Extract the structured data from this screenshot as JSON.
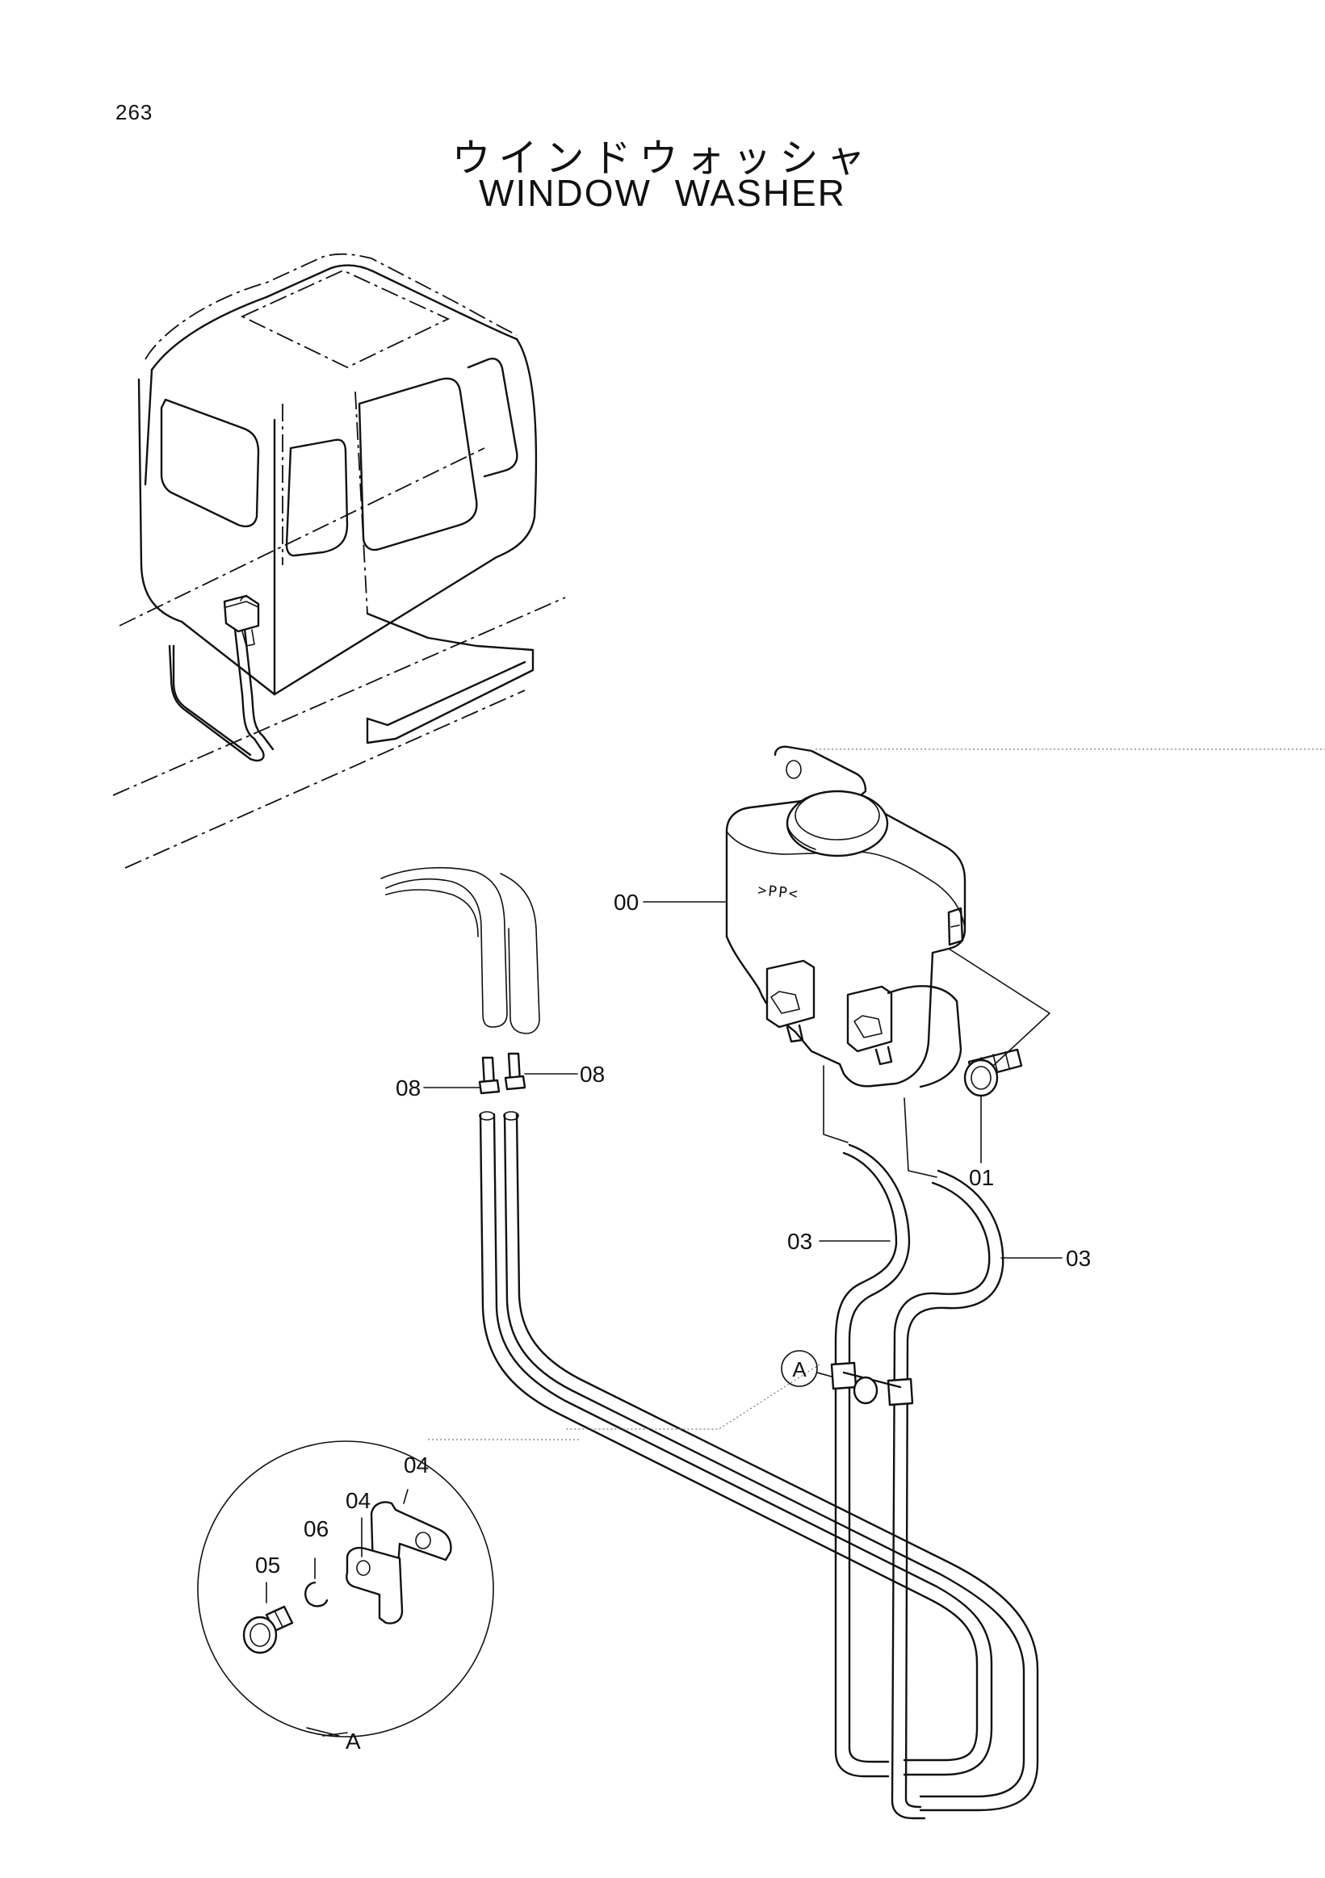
{
  "page": {
    "number": "263"
  },
  "title": {
    "japanese": "ウインドウォッシャ",
    "english": "WINDOW WASHER"
  },
  "tank_marking": ">PP<",
  "detail_view_label": "A",
  "callouts": [
    {
      "id": "tank",
      "label": "00"
    },
    {
      "id": "bolt",
      "label": "01"
    },
    {
      "id": "hose-left",
      "label": "03"
    },
    {
      "id": "hose-right",
      "label": "03"
    },
    {
      "id": "clamp-upper",
      "label": "04"
    },
    {
      "id": "clamp-lower",
      "label": "04"
    },
    {
      "id": "bolt-detail",
      "label": "05"
    },
    {
      "id": "washer-detail",
      "label": "06"
    },
    {
      "id": "joint-left",
      "label": "08"
    },
    {
      "id": "joint-right",
      "label": "08"
    }
  ]
}
